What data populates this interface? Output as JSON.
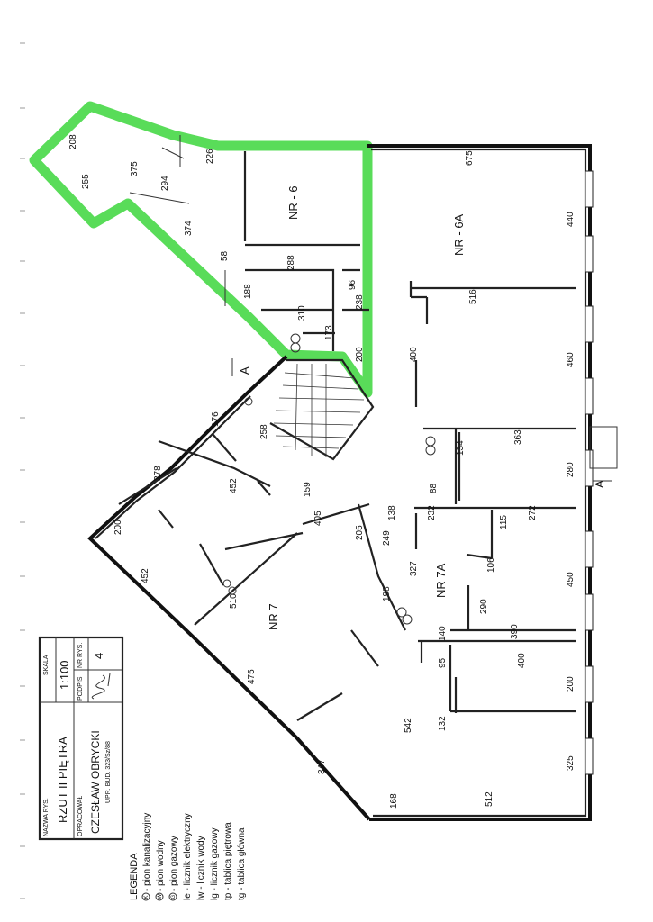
{
  "title_block": {
    "drawing_name_label": "NAZWA RYS.",
    "drawing_name": "RZUT II PIĘTRA",
    "scale_label": "SKALA",
    "scale": "1:100",
    "prepared_label": "OPRACOWAŁ",
    "author": "CZESŁAW OBRYCKI",
    "license": "UPR. BUD. 323/Sz/88",
    "signature_label": "PODPIS",
    "sheet_label": "NR RYS.",
    "sheet_number": "4"
  },
  "legend": {
    "title": "LEGENDA",
    "items": [
      "- pion kanalizacyjny",
      "- pion wodny",
      "- pion gazowy",
      "le - licznik elektryczny",
      "lw - licznik wody",
      "lg - licznik gazowy",
      "tp - tablica piętrowa",
      "tg - tablica główna"
    ],
    "symbols": [
      "K",
      "W",
      "G"
    ]
  },
  "rooms": {
    "nr6": "NR - 6",
    "nr6a": "NR - 6A",
    "nr7": "NR 7",
    "nr7a": "NR 7A"
  },
  "section_markers": [
    "A",
    "A"
  ],
  "dimensions": {
    "d208": "208",
    "d255": "255",
    "d375": "375",
    "d294": "294",
    "d226": "226",
    "d374": "374",
    "d58": "58",
    "d188": "188",
    "d288": "288",
    "d96": "96",
    "d310": "310",
    "d238": "238",
    "d173": "173",
    "d200a": "200",
    "d675": "675",
    "d440": "440",
    "d516": "516",
    "d460": "460",
    "d400": "400",
    "d363": "363",
    "d134": "134",
    "d280": "280",
    "d176": "176",
    "d258": "258",
    "d278": "278",
    "d452a": "452",
    "d159": "159",
    "d88": "88",
    "d138": "138",
    "d232": "232",
    "d272": "272",
    "d115": "115",
    "d200b": "200",
    "d405": "405",
    "d205": "205",
    "d249": "249",
    "d452b": "452",
    "d510": "510",
    "d327": "327",
    "d198": "198",
    "d106": "106",
    "d450": "450",
    "d290": "290",
    "d390": "390",
    "d140": "140",
    "d95": "95",
    "d400b": "400",
    "d200c": "200",
    "d475": "475",
    "d542": "542",
    "d132": "132",
    "d325": "325",
    "d347": "347",
    "d168": "168",
    "d512": "512"
  },
  "colors": {
    "highlight": "#3cd63c",
    "wall": "#111111",
    "paper": "#ffffff"
  }
}
